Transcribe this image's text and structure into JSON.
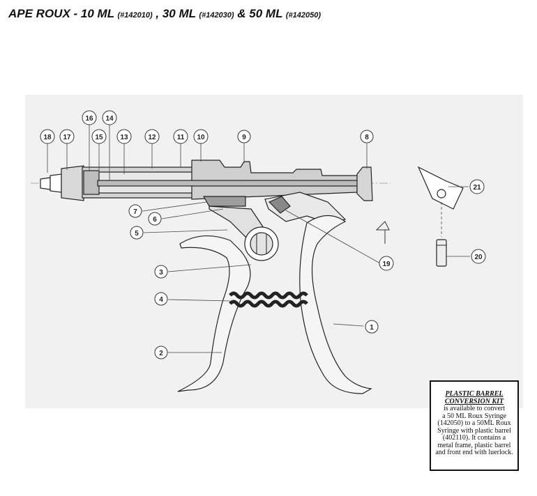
{
  "title": {
    "part1": "APE ROUX - 10 ML ",
    "code1": "(#142010)",
    "part2": " , 30 ML ",
    "code2": "(#142030)",
    "part3": " & 50 ML ",
    "code3": "(#142050)"
  },
  "callouts": [
    "1",
    "2",
    "3",
    "4",
    "5",
    "6",
    "7",
    "8",
    "9",
    "10",
    "11",
    "12",
    "13",
    "14",
    "15",
    "16",
    "17",
    "18",
    "19",
    "20",
    "21"
  ],
  "kit": {
    "title_line1": "PLASTIC BARREL",
    "title_line2": "CONVERSION KIT",
    "lines": [
      "is available to convert",
      "a 50 ML Roux Syringe",
      "(142050) to a 50ML Roux",
      "Syringe with plastic barrel",
      "(402110).  It contains a",
      "metal frame, plastic barrel",
      "and front end with luerlock."
    ]
  }
}
